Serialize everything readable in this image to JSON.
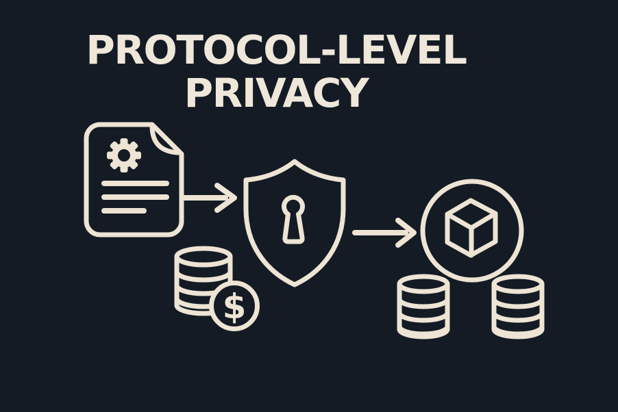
{
  "title": {
    "line1": "PROTOCOL-LEVEL",
    "line2": "PRIVACY"
  },
  "dollar_coin": {
    "symbol": "$"
  },
  "colors": {
    "background": "#141B24",
    "stroke": "#EDE4D4",
    "title": "#EFE7DA"
  },
  "icons": [
    {
      "name": "document-gear-icon",
      "meaning": "protocol document with settings gear and text lines"
    },
    {
      "name": "arrow-right-icon",
      "meaning": "flow from document to shield"
    },
    {
      "name": "shield-keyhole-icon",
      "meaning": "privacy / security shield with keyhole"
    },
    {
      "name": "arrow-right-icon",
      "meaning": "flow from shield to block"
    },
    {
      "name": "cube-circle-icon",
      "meaning": "blockchain block inside circle"
    },
    {
      "name": "coin-stack-icon",
      "meaning": "stack of coins beside document"
    },
    {
      "name": "dollar-coin-icon",
      "meaning": "coin with dollar sign"
    },
    {
      "name": "coin-stack-icon",
      "meaning": "left coin stack under block"
    },
    {
      "name": "coin-stack-icon",
      "meaning": "right coin stack under block"
    }
  ]
}
